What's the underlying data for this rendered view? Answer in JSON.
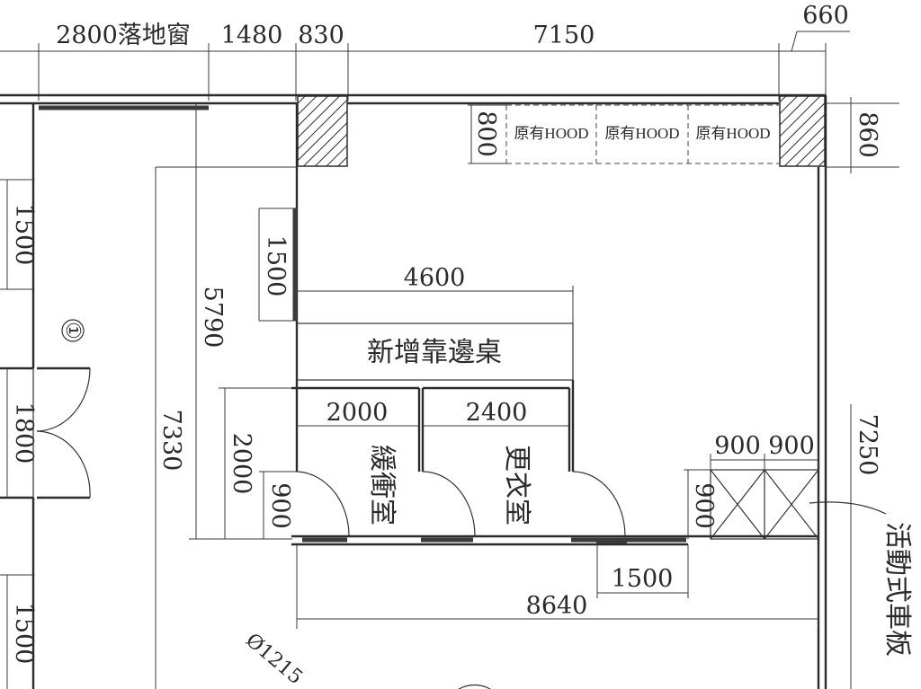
{
  "colors": {
    "line": "#2b2b2b",
    "text": "#2a2a2a",
    "background": "#ffffff"
  },
  "dimensions": {
    "top_window": "2800落地窗",
    "top_1480": "1480",
    "top_830": "830",
    "top_7150": "7150",
    "top_660": "660",
    "right_860": "860",
    "hood_800": "800",
    "left_1500_a": "1500",
    "left_1800": "1800",
    "left_1500_b": "1500",
    "inner_1500": "1500",
    "height_5790": "5790",
    "height_7330": "7330",
    "height_2000": "2000",
    "width_4600": "4600",
    "width_2000": "2000",
    "width_2400": "2400",
    "door_900_a": "900",
    "door_900_b": "900",
    "ramp_900_a": "900",
    "ramp_900_b": "900",
    "right_7250": "7250",
    "bottom_1500": "1500",
    "bottom_8640": "8640",
    "diameter": "Ø1215"
  },
  "labels": {
    "hood": [
      "原有HOOD",
      "原有HOOD",
      "原有HOOD"
    ],
    "desk": "新增靠邊桌",
    "room_buffer": "緩衝室",
    "room_change": "更衣室",
    "ramp": "活動式車板",
    "marker": "①"
  }
}
